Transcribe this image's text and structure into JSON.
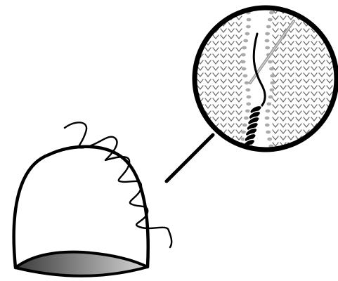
{
  "illustration": {
    "subject": "hat-seam-whipstitch",
    "parts": [
      "hat-body",
      "hat-brim-opening",
      "whipstitch-thread",
      "pointer-line",
      "magnifier-circle",
      "knit-stitch-texture",
      "sewing-needle",
      "twisted-yarn"
    ],
    "colors": {
      "outline": "#000000",
      "background": "#ffffff",
      "brim_gradient_start": "#3a3a3a",
      "brim_gradient_end": "#d6d6d6",
      "knit_texture": "#6f6f6f",
      "purl_dots": "#aaaaaa",
      "needle": "#9a9a9a"
    }
  }
}
